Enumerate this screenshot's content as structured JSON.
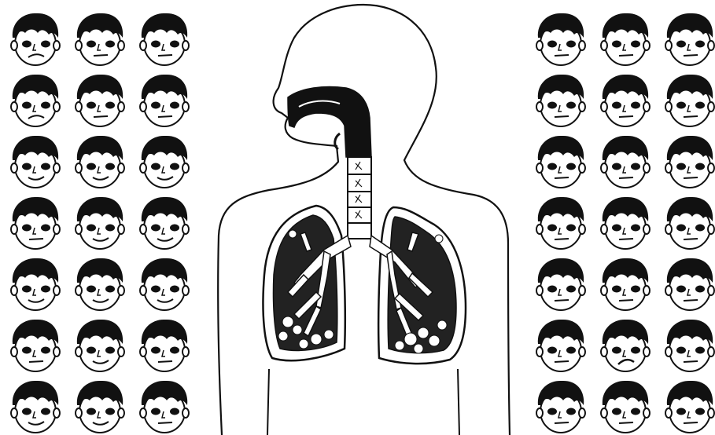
{
  "figure": {
    "kind": "respiratory-system-illustration",
    "colors": {
      "ink": "#111111",
      "paper": "#ffffff"
    },
    "face_grids": {
      "left": {
        "rows": 7,
        "cols": 3
      },
      "right": {
        "rows": 7,
        "cols": 3
      }
    },
    "face_expressions": {
      "left": [
        "sad",
        "neutral",
        "neutral",
        "sad",
        "neutral",
        "neutral",
        "smile",
        "smile",
        "smile",
        "neutral",
        "smile",
        "smile",
        "smile",
        "smile",
        "smile",
        "neutral",
        "smile",
        "neutral",
        "smile",
        "smile",
        "neutral"
      ],
      "right": [
        "neutral",
        "neutral",
        "neutral",
        "neutral",
        "neutral",
        "neutral",
        "neutral",
        "neutral",
        "neutral",
        "neutral",
        "neutral",
        "neutral",
        "neutral",
        "neutral",
        "neutral",
        "neutral",
        "frown",
        "neutral",
        "neutral",
        "neutral",
        "neutral"
      ]
    },
    "parts": [
      "head-and-torso-outline",
      "nasal-cavity",
      "trachea",
      "left-lung",
      "right-lung",
      "bronchial-tree"
    ]
  }
}
